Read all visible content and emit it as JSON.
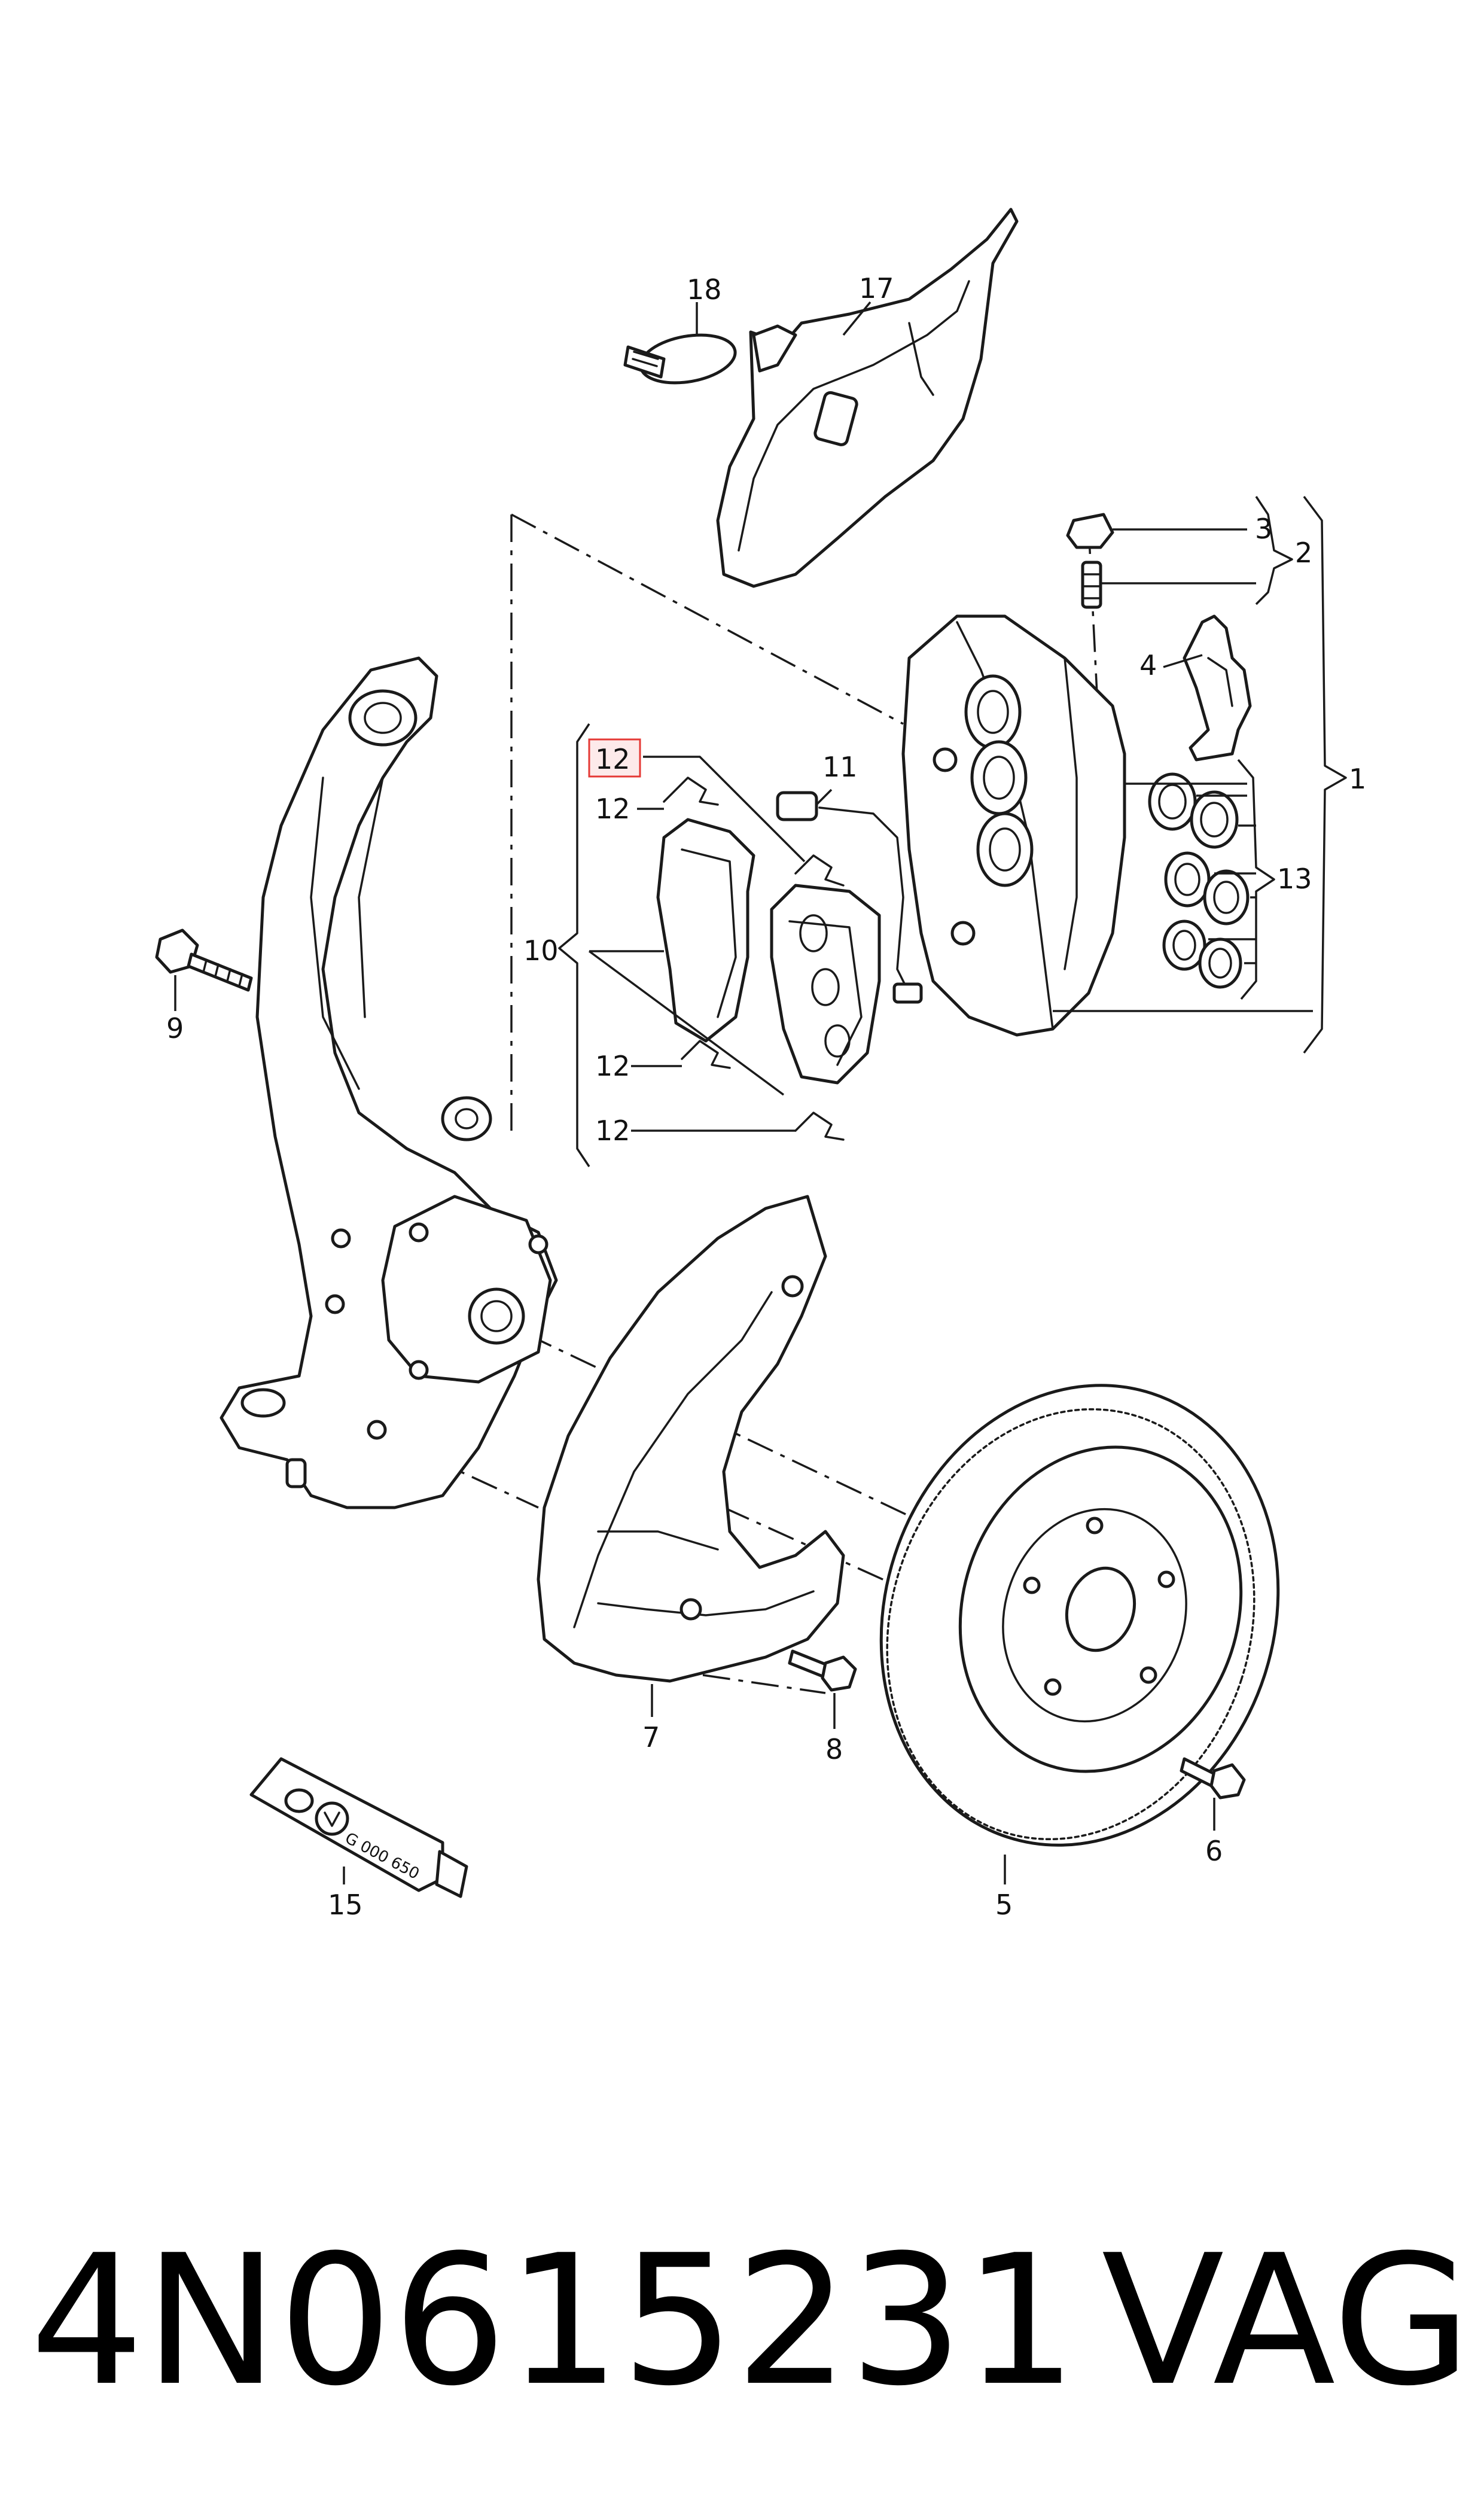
{
  "diagram": {
    "callouts": [
      {
        "id": "c1",
        "label": "1"
      },
      {
        "id": "c2",
        "label": "2"
      },
      {
        "id": "c3",
        "label": "3"
      },
      {
        "id": "c4",
        "label": "4"
      },
      {
        "id": "c5",
        "label": "5"
      },
      {
        "id": "c6",
        "label": "6"
      },
      {
        "id": "c7",
        "label": "7"
      },
      {
        "id": "c8",
        "label": "8"
      },
      {
        "id": "c9",
        "label": "9"
      },
      {
        "id": "c10",
        "label": "10"
      },
      {
        "id": "c11",
        "label": "11"
      },
      {
        "id": "c12a",
        "label": "12",
        "highlighted": true
      },
      {
        "id": "c12b",
        "label": "12"
      },
      {
        "id": "c12c",
        "label": "12"
      },
      {
        "id": "c12d",
        "label": "12"
      },
      {
        "id": "c13",
        "label": "13"
      },
      {
        "id": "c15",
        "label": "15"
      },
      {
        "id": "c17",
        "label": "17"
      },
      {
        "id": "c18",
        "label": "18"
      }
    ],
    "tube_text": "G 000 650",
    "highlight_color": "#e53935",
    "highlight_fill": "#fdeaea"
  },
  "footer": {
    "part_number": "4N0615231",
    "brand": "VAG"
  }
}
